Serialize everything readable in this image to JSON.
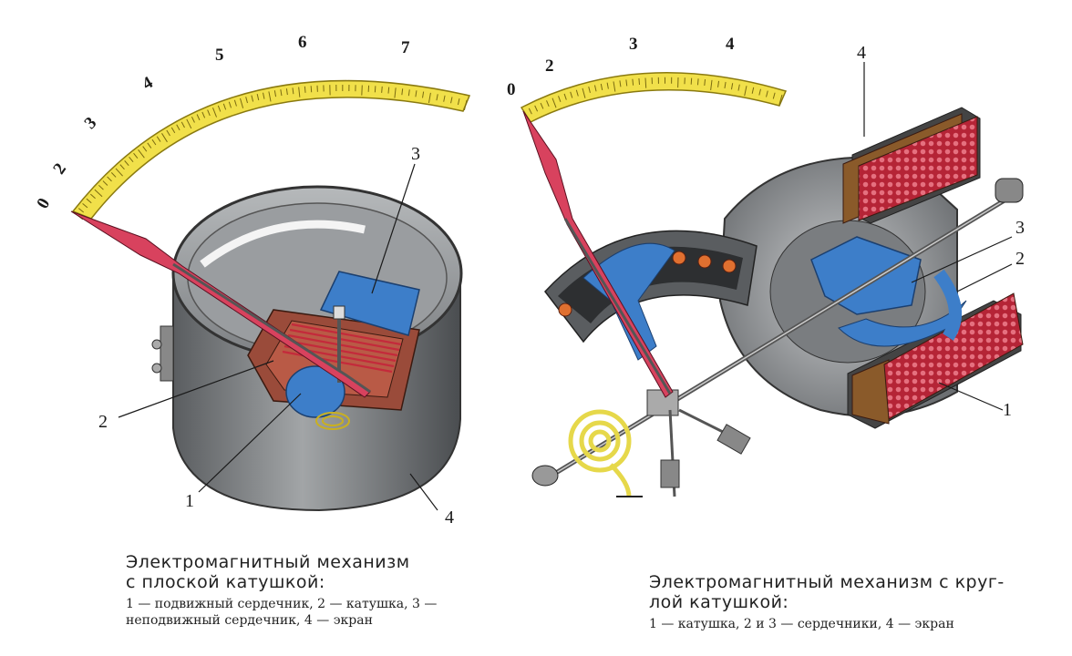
{
  "left_figure": {
    "scale_labels": [
      "0",
      "2",
      "3",
      "4",
      "5",
      "6",
      "7"
    ],
    "callouts": [
      "1",
      "2",
      "3",
      "4"
    ],
    "caption_title_line1": "Электромагнитный механизм",
    "caption_title_line2": "с плоской катушкой:",
    "legend_line1": "1 — подвижный сердечник, 2 — катушка, 3 —",
    "legend_line2": "неподвижный сердечник, 4 — экран"
  },
  "right_figure": {
    "scale_labels": [
      "0",
      "2",
      "3",
      "4"
    ],
    "callouts": [
      "1",
      "2",
      "3",
      "4"
    ],
    "caption_title_line1": "Электромагнитный механизм с круг-",
    "caption_title_line2": "лой катушкой:",
    "legend_line1": "1 — катушка, 2 и 3 — сердечники, 4 — экран"
  },
  "colors": {
    "scale_yellow": "#f1e04a",
    "pointer_red": "#d8425e",
    "metal_gray": "#8a8d8f",
    "core_blue": "#3d7ec9",
    "coil_red": "#c42a3b",
    "coil_brown": "#9a4b3a"
  }
}
